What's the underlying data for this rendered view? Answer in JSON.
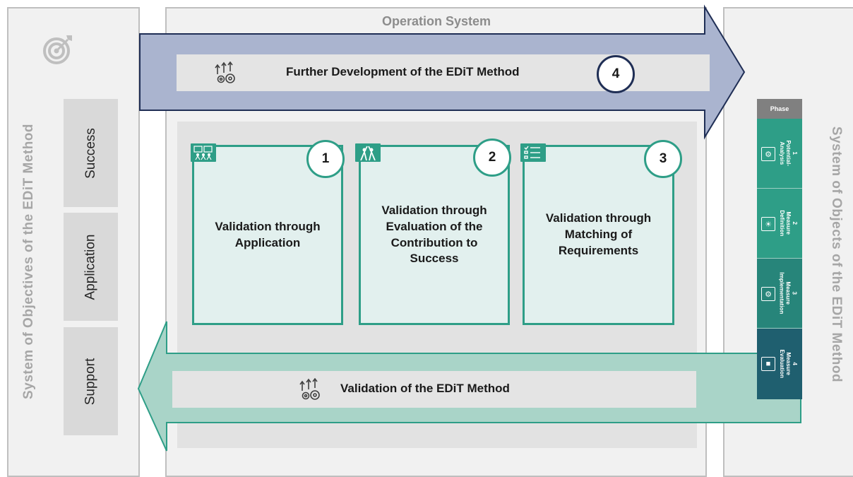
{
  "left_panel": {
    "vertical_title": "System of Objectives of the  EDiT Method",
    "icon": "target-icon",
    "objectives": [
      "Success",
      "Application",
      "Support"
    ]
  },
  "center_panel": {
    "title": "Operation System",
    "top_arrow": {
      "label": "Further Development of the EDiT Method",
      "number": "4",
      "icon": "gears-arrows-icon"
    },
    "cards": [
      {
        "label": "Validation through\nApplication",
        "number": "1",
        "icon": "workshop-icon"
      },
      {
        "label": "Validation through\nEvaluation of the\nContribution to\nSuccess",
        "number": "2",
        "icon": "celebration-icon"
      },
      {
        "label": "Validation through\nMatching of\nRequirements",
        "number": "3",
        "icon": "checklist-icon"
      }
    ],
    "bottom_arrow": {
      "label": "Validation of the EDiT Method",
      "icon": "gears-arrows-icon"
    }
  },
  "right_panel": {
    "vertical_title": "System of Objects of the EDiT Method",
    "phase_header": "Phase",
    "phases": [
      {
        "text": "1\nPotential-\nAnalysis",
        "icon": "analysis-icon"
      },
      {
        "text": "2\nMeasure\nDefinition",
        "icon": "idea-icon"
      },
      {
        "text": "3\nMeasure\nImplementation",
        "icon": "gear-icon"
      },
      {
        "text": "4\nMeasure\nEvaluation",
        "icon": "evaluation-icon"
      }
    ]
  },
  "colors": {
    "teal": "#2e9e87",
    "teal_light": "#e2f0ee",
    "dark_teal": "#1f6f67",
    "navy": "#1f2e55",
    "arrow_blue": "#aab4cf",
    "arrow_green": "#a9d4c8",
    "gray_text": "#a6a6a6"
  }
}
